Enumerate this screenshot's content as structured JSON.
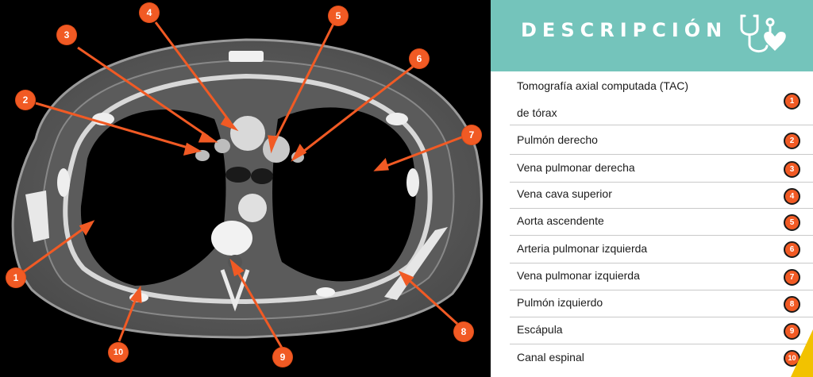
{
  "image": {
    "alt": "Tomografía axial computada de tórax",
    "markers": [
      "1",
      "2",
      "3",
      "4",
      "5",
      "6",
      "7",
      "8",
      "9",
      "10"
    ]
  },
  "panel": {
    "title": "DESCRIPCIÓN",
    "icon": "stethoscope-heart-icon",
    "items": [
      {
        "num": "1",
        "line1": "Tomografía axial computada (TAC)",
        "line2": "de tórax"
      },
      {
        "num": "2",
        "line1": "Pulmón derecho"
      },
      {
        "num": "3",
        "line1": "Vena pulmonar derecha"
      },
      {
        "num": "4",
        "line1": "Vena cava superior"
      },
      {
        "num": "5",
        "line1": "Aorta ascendente"
      },
      {
        "num": "6",
        "line1": "Arteria pulmonar izquierda"
      },
      {
        "num": "7",
        "line1": "Vena pulmonar izquierda"
      },
      {
        "num": "8",
        "line1": "Pulmón izquierdo"
      },
      {
        "num": "9",
        "line1": "Escápula"
      },
      {
        "num": "10",
        "line1": "Canal espinal"
      }
    ]
  },
  "colors": {
    "accent": "#f15a24",
    "header": "#74c4bb",
    "divider": "#c9c9c9",
    "corner": "#f2c200"
  }
}
